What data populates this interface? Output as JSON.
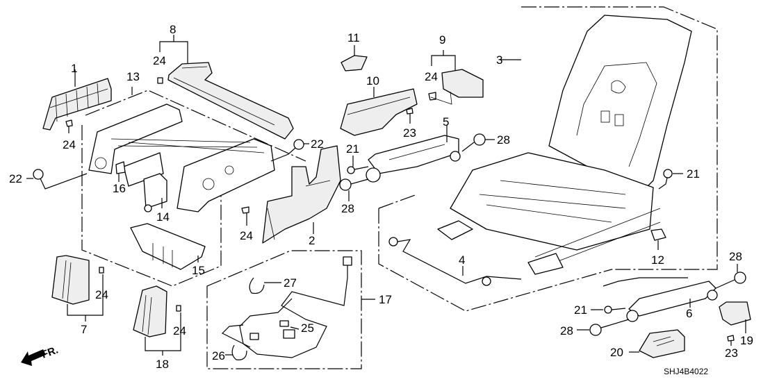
{
  "diagram": {
    "title": "Front seat components exploded parts diagram",
    "code": "SHJ4B4022",
    "direction_label": "FR.",
    "callouts": [
      {
        "id": "c1",
        "label": "1"
      },
      {
        "id": "c2",
        "label": "2"
      },
      {
        "id": "c3",
        "label": "3"
      },
      {
        "id": "c4",
        "label": "4"
      },
      {
        "id": "c5",
        "label": "5"
      },
      {
        "id": "c6",
        "label": "6"
      },
      {
        "id": "c7",
        "label": "7"
      },
      {
        "id": "c8",
        "label": "8"
      },
      {
        "id": "c9",
        "label": "9"
      },
      {
        "id": "c10",
        "label": "10"
      },
      {
        "id": "c11",
        "label": "11"
      },
      {
        "id": "c12",
        "label": "12"
      },
      {
        "id": "c13",
        "label": "13"
      },
      {
        "id": "c14",
        "label": "14"
      },
      {
        "id": "c15",
        "label": "15"
      },
      {
        "id": "c16",
        "label": "16"
      },
      {
        "id": "c17",
        "label": "17"
      },
      {
        "id": "c18",
        "label": "18"
      },
      {
        "id": "c19",
        "label": "19"
      },
      {
        "id": "c20",
        "label": "20"
      },
      {
        "id": "c21a",
        "label": "21"
      },
      {
        "id": "c21b",
        "label": "21"
      },
      {
        "id": "c21c",
        "label": "21"
      },
      {
        "id": "c22a",
        "label": "22"
      },
      {
        "id": "c22b",
        "label": "22"
      },
      {
        "id": "c23a",
        "label": "23"
      },
      {
        "id": "c23b",
        "label": "23"
      },
      {
        "id": "c24a",
        "label": "24"
      },
      {
        "id": "c24b",
        "label": "24"
      },
      {
        "id": "c24c",
        "label": "24"
      },
      {
        "id": "c24d",
        "label": "24"
      },
      {
        "id": "c24e",
        "label": "24"
      },
      {
        "id": "c24f",
        "label": "24"
      },
      {
        "id": "c25",
        "label": "25"
      },
      {
        "id": "c26",
        "label": "26"
      },
      {
        "id": "c27",
        "label": "27"
      },
      {
        "id": "c28a",
        "label": "28"
      },
      {
        "id": "c28b",
        "label": "28"
      },
      {
        "id": "c28c",
        "label": "28"
      },
      {
        "id": "c28d",
        "label": "28"
      }
    ]
  }
}
